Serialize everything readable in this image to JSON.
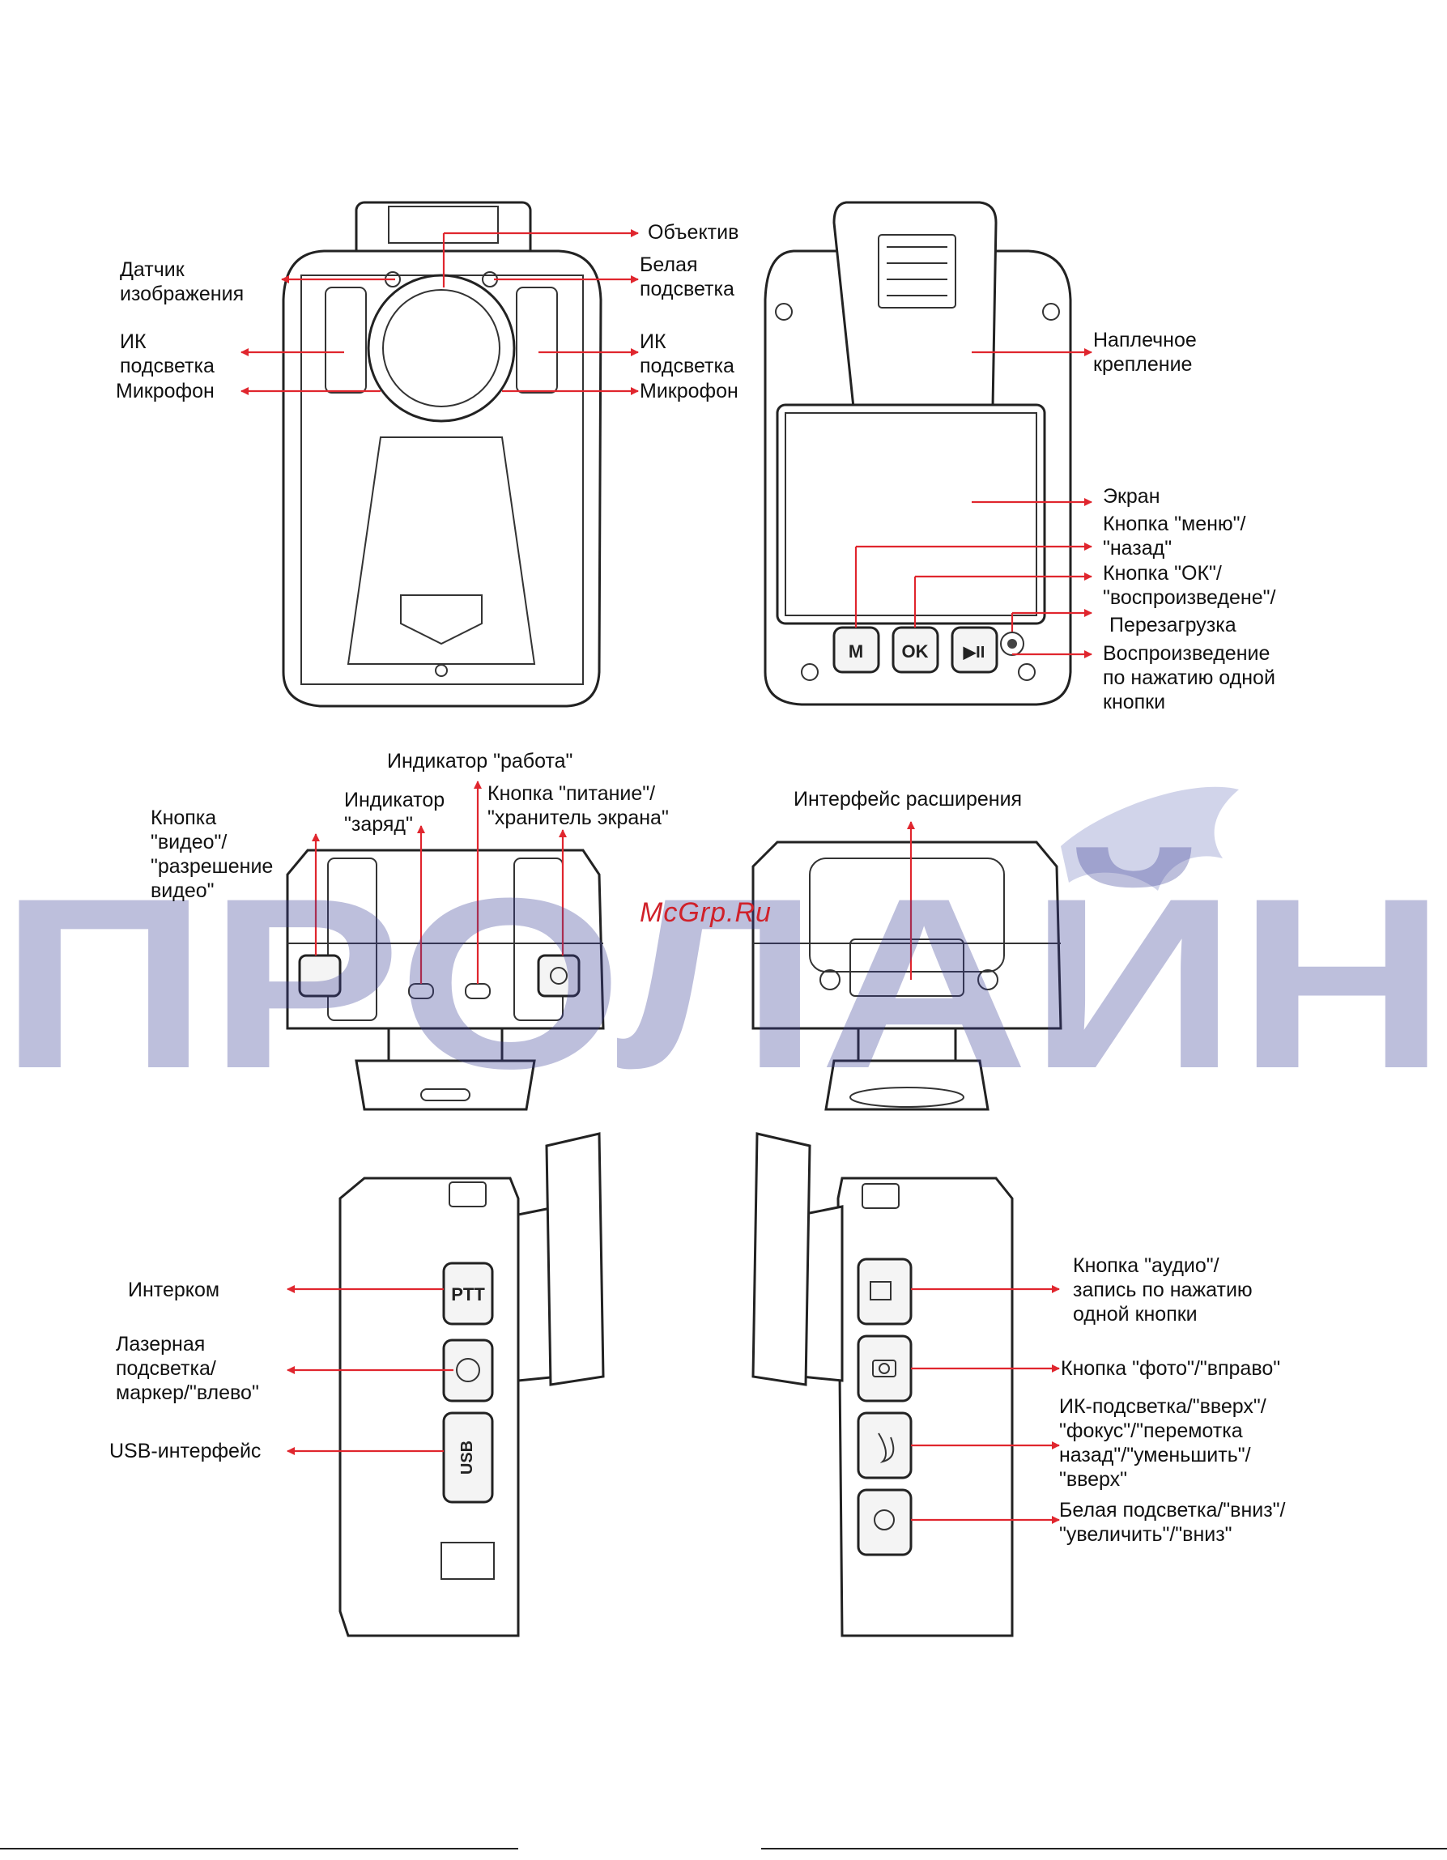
{
  "watermark": {
    "big_text": "ПРОЛАЙН",
    "site": "McGrp.Ru",
    "color": "#3b3f98"
  },
  "accent_color": "#e0262e",
  "front_view": {
    "lens": "Объектив",
    "image_sensor": "Датчик\nизображения",
    "white_light_right": "Белая\nподсветка",
    "ir_left": "ИК\nподсветка",
    "ir_right": "ИК\nподсветка",
    "mic_left": "Микрофон",
    "mic_right": "Микрофон"
  },
  "back_view": {
    "shoulder_mount": "Наплечное\nкрепление",
    "screen": "Экран",
    "menu_button": "Кнопка \"меню\"/\n\"назад\"",
    "ok_button": "Кнопка \"ОК\"/\n\"воспроизведене\"/",
    "reboot": "Перезагрузка",
    "one_touch_play": "Воспроизведение\nпо нажатию одной\nкнопки",
    "btn_m": "M",
    "btn_ok": "OK",
    "btn_play": "▶II"
  },
  "top_view": {
    "work_indicator": "Индикатор \"работа\"",
    "charge_indicator": "Индикатор\n\"заряд\"",
    "power_button": "Кнопка \"питание\"/\n\"хранитель экрана\"",
    "video_button": "Кнопка\n\"видео\"/\n\"разрешение\nвидео\""
  },
  "bottom_view": {
    "expansion_interface": "Интерфейс расширения"
  },
  "left_side_view": {
    "intercom": "Интерком",
    "laser": "Лазерная\nподсветка/\nмаркер/\"влево\"",
    "usb": "USB-интерфейс",
    "btn_ptt": "PTT",
    "btn_usb": "USB"
  },
  "right_side_view": {
    "audio_button": "Кнопка \"аудио\"/\nзапись по нажатию\nодной кнопки",
    "photo_button": "Кнопка \"фото\"/\"вправо\"",
    "ir_button": "ИК-подсветка/\"вверх\"/\n\"фокус\"/\"перемотка\nназад\"/\"уменьшить\"/\n\"вверх\"",
    "white_light_button": "Белая подсветка/\"вниз\"/\n\"увеличить\"/\"вниз\""
  }
}
